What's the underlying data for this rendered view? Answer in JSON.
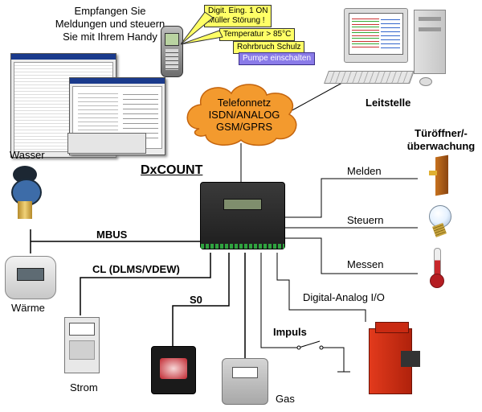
{
  "intro_lines": [
    "Empfangen Sie",
    "Meldungen und steuern",
    "Sie mit Ihrem Handy"
  ],
  "messages": [
    "Digit. Eing. 1 ON",
    "Müller Störung !",
    "Temperatur > 85°C",
    "Rohrbruch Schulz",
    "Pumpe einschalten"
  ],
  "network_lines": [
    "Telefonnetz",
    "ISDN/ANALOG",
    "GSM/GPRS"
  ],
  "control_center": "Leitstelle",
  "device_name": "DxCOUNT",
  "bus_labels": {
    "mbus": "MBUS",
    "cl": "CL (DLMS/VDEW)",
    "s0": "S0",
    "impuls": "Impuls",
    "dio": "Digital-Analog I/O"
  },
  "meters": {
    "water": "Wasser",
    "heat": "Wärme",
    "power": "Strom",
    "gas": "Gas"
  },
  "outputs": {
    "door_lines": [
      "Türöffner/-",
      "überwachung"
    ],
    "melden": "Melden",
    "steuern": "Steuern",
    "messen": "Messen"
  },
  "colors": {
    "cloud": "#f39a2e",
    "device": "#2c2c2c",
    "message_yellow": "#ffff66",
    "message_last": "#8a7be8"
  }
}
